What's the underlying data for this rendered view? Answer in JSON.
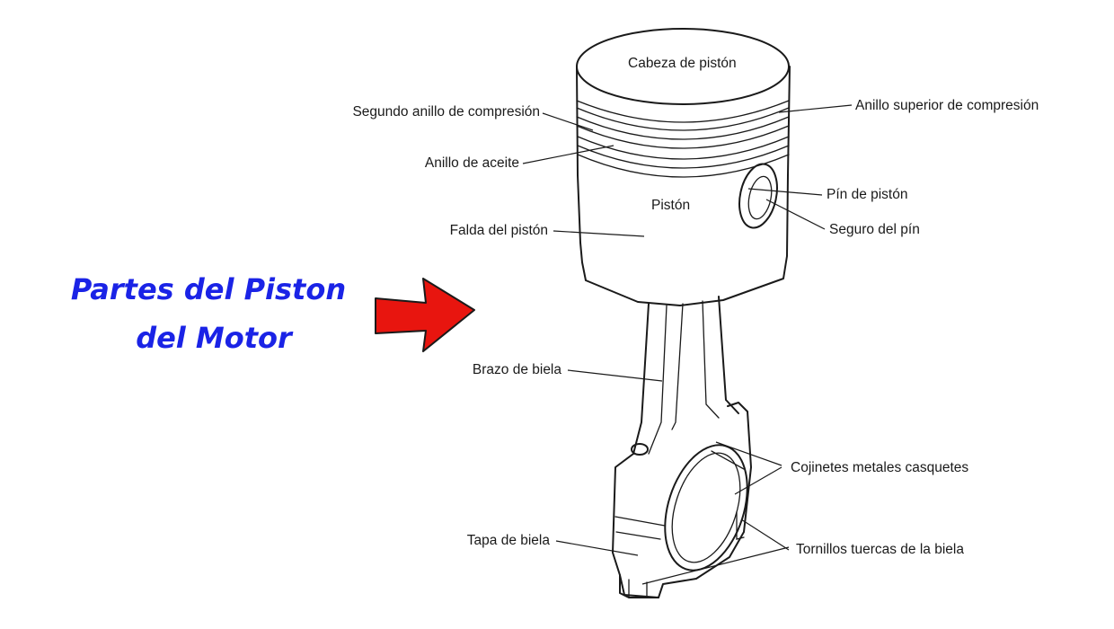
{
  "title": {
    "line1": "Partes del Piston",
    "line2": "del Motor",
    "color": "#1a23e6"
  },
  "arrow": {
    "fill": "#e8150f",
    "stroke": "#1a1a1a",
    "icon": "red-right-arrow"
  },
  "part_labels": {
    "cabeza": "Cabeza de pistón",
    "piston": "Pistón",
    "segundo_anillo": "Segundo anillo de compresión",
    "anillo_superior": "Anillo superior de compresión",
    "anillo_aceite": "Anillo de aceite",
    "pin": "Pín de pistón",
    "seguro": "Seguro del pín",
    "falda": "Falda del pistón",
    "brazo": "Brazo de biela",
    "cojinetes": "Cojinetes metales casquetes",
    "tapa": "Tapa de biela",
    "tornillos": "Tornillos tuercas de la biela"
  }
}
